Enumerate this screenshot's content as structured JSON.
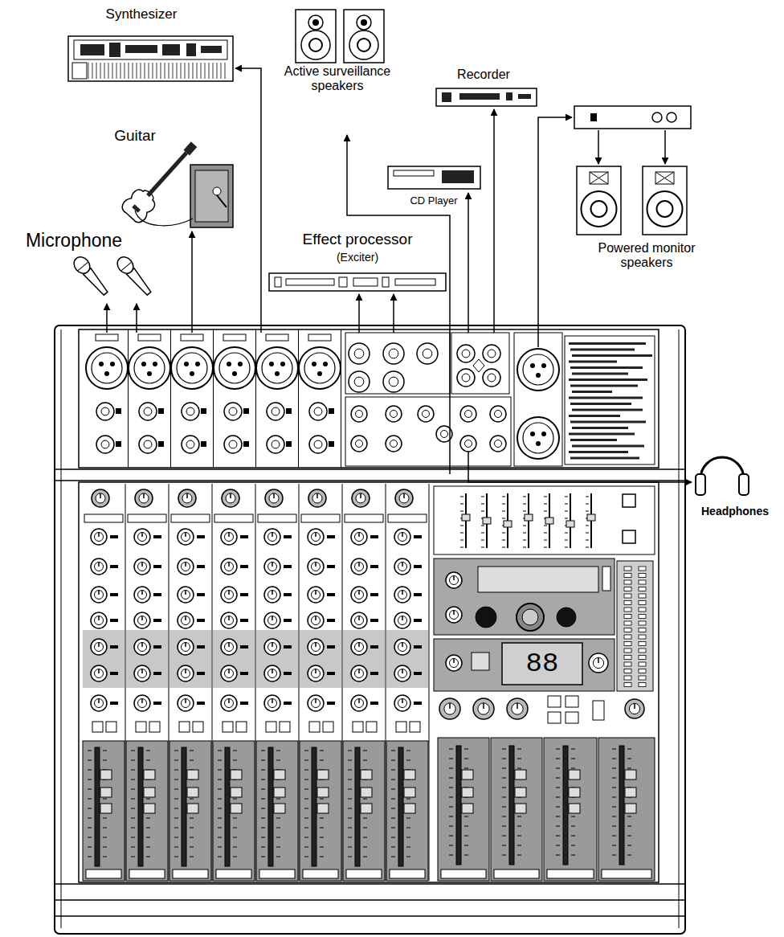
{
  "diagram": {
    "labels": [
      "Synthesizer",
      "Guitar",
      "Microphone",
      "Active surveillance speakers",
      "Recorder",
      "CD Player",
      "Effect processor",
      "(Exciter)",
      "Powered monitor speakers",
      "Headphones",
      "88"
    ]
  }
}
